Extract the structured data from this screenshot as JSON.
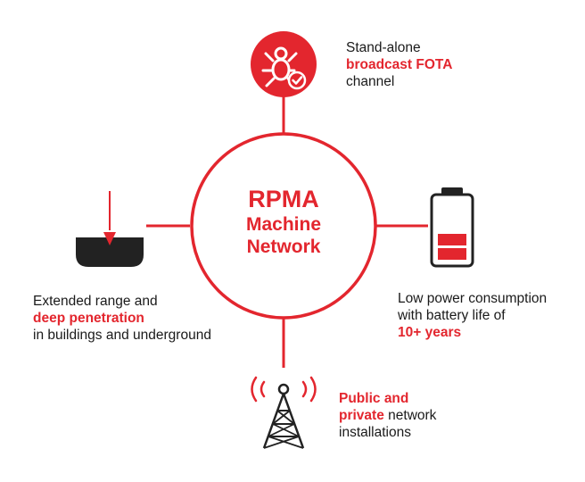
{
  "center": {
    "line1": "RPMA",
    "line2": "Machine",
    "line3": "Network"
  },
  "features": {
    "fota": {
      "line1": "Stand-alone",
      "highlight": "broadcast FOTA",
      "line3": "channel",
      "icon": "update-bug-check-icon"
    },
    "range": {
      "line1": "Extended range and",
      "highlight": "deep penetration",
      "line3": "in buildings and underground",
      "icon": "ground-penetration-icon"
    },
    "power": {
      "line1": "Low power consumption",
      "line2": "with battery life of",
      "highlight": "10+ years",
      "icon": "battery-icon"
    },
    "network": {
      "highlight1": "Public and",
      "highlight2": "private",
      "rest2": " network",
      "line3": "installations",
      "icon": "radio-tower-icon"
    }
  },
  "colors": {
    "accent": "#e3262e",
    "text": "#1a1a1a",
    "dark": "#222222"
  }
}
